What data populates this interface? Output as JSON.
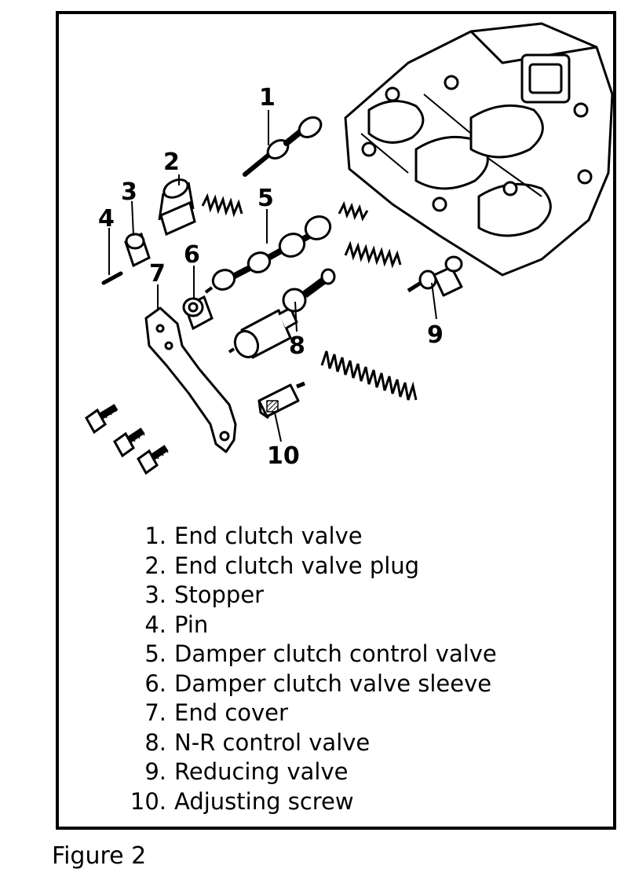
{
  "figure_caption": "Figure 2",
  "callouts": [
    "1",
    "2",
    "3",
    "4",
    "5",
    "6",
    "7",
    "8",
    "9",
    "10"
  ],
  "legend": [
    {
      "num": "1.",
      "text": "End clutch valve"
    },
    {
      "num": "2.",
      "text": "End clutch valve plug"
    },
    {
      "num": "3.",
      "text": "Stopper"
    },
    {
      "num": "4.",
      "text": "Pin"
    },
    {
      "num": "5.",
      "text": "Damper clutch control valve"
    },
    {
      "num": "6.",
      "text": "Damper clutch valve sleeve"
    },
    {
      "num": "7.",
      "text": "End cover"
    },
    {
      "num": "8.",
      "text": "N-R control valve"
    },
    {
      "num": "9.",
      "text": "Reducing valve"
    },
    {
      "num": "10.",
      "text": "Adjusting screw"
    }
  ]
}
